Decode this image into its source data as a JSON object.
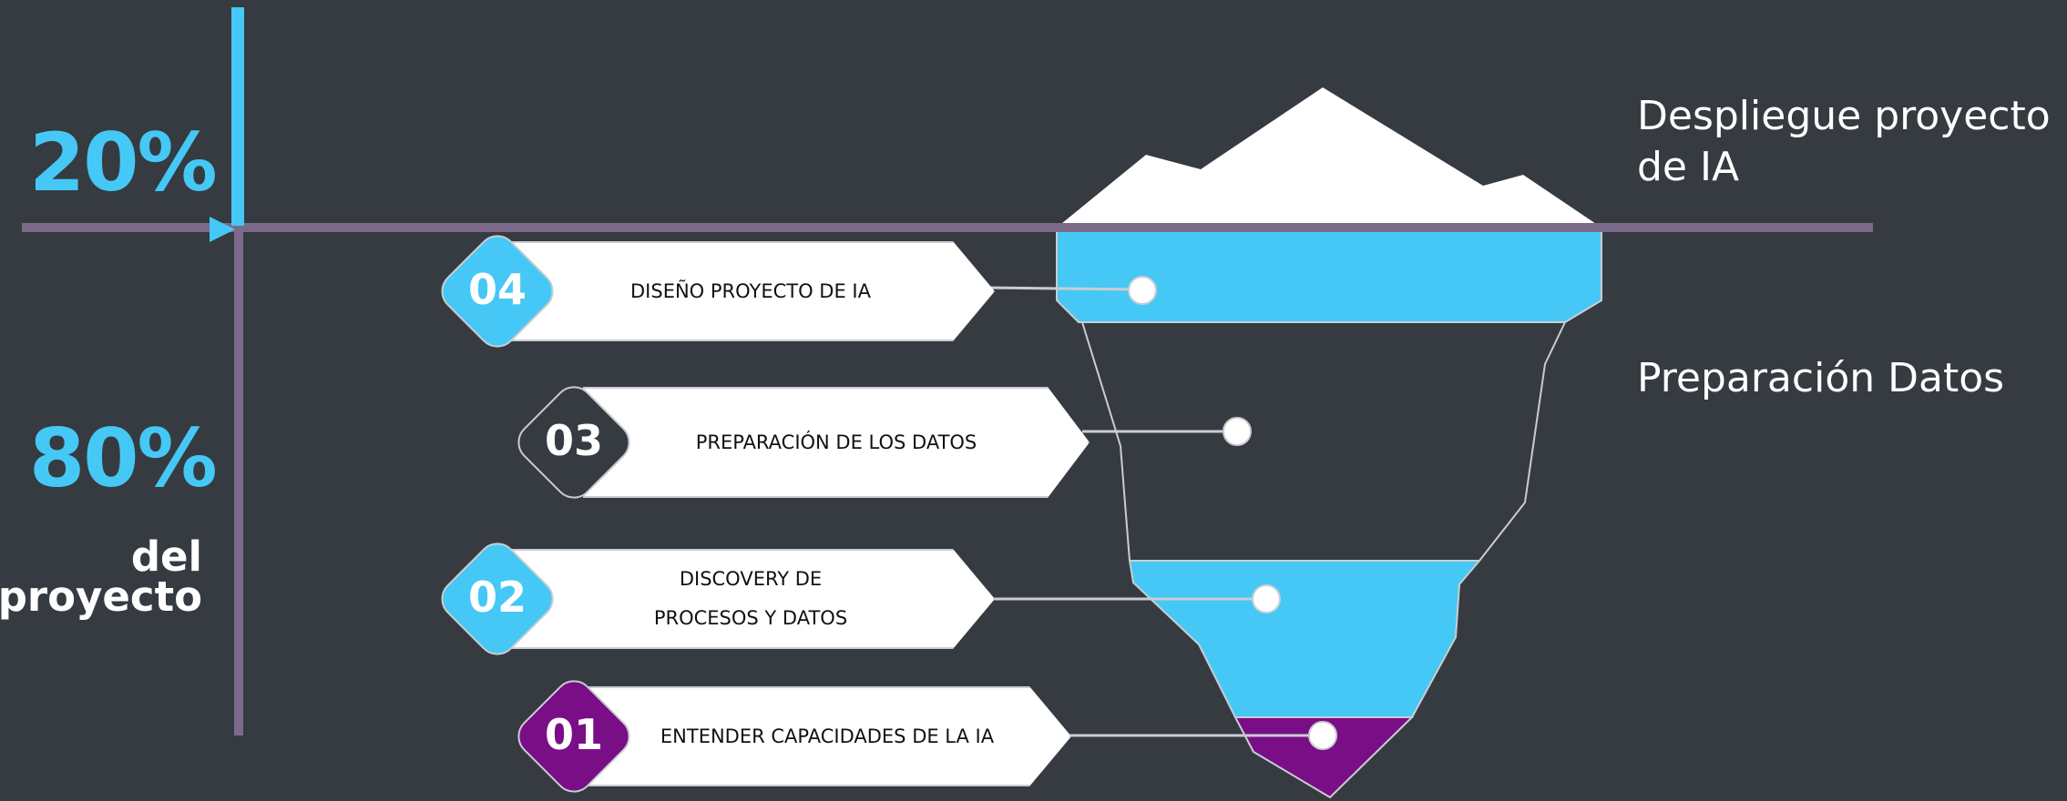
{
  "metrics": {
    "top_percent": "20%",
    "bottom_percent": "80%",
    "bottom_caption_line1": "del",
    "bottom_caption_line2": "proyecto"
  },
  "callouts": {
    "deploy_line1": "Despliegue proyecto",
    "deploy_line2": "de IA",
    "preparation": "Preparación Datos"
  },
  "steps": [
    {
      "number": "04",
      "label": "DISEÑO PROYECTO DE IA"
    },
    {
      "number": "03",
      "label": "PREPARACIÓN DE LOS DATOS"
    },
    {
      "number": "02",
      "label": "DISCOVERY DE\nPROCESOS Y DATOS"
    },
    {
      "number": "01",
      "label": "ENTENDER CAPACIDADES DE LA IA"
    }
  ],
  "colors": {
    "background": "#353b41",
    "accent_blue": "#45c8f5",
    "purple": "#7a0e86",
    "axis": "#7b6a89",
    "white": "#ffffff"
  }
}
